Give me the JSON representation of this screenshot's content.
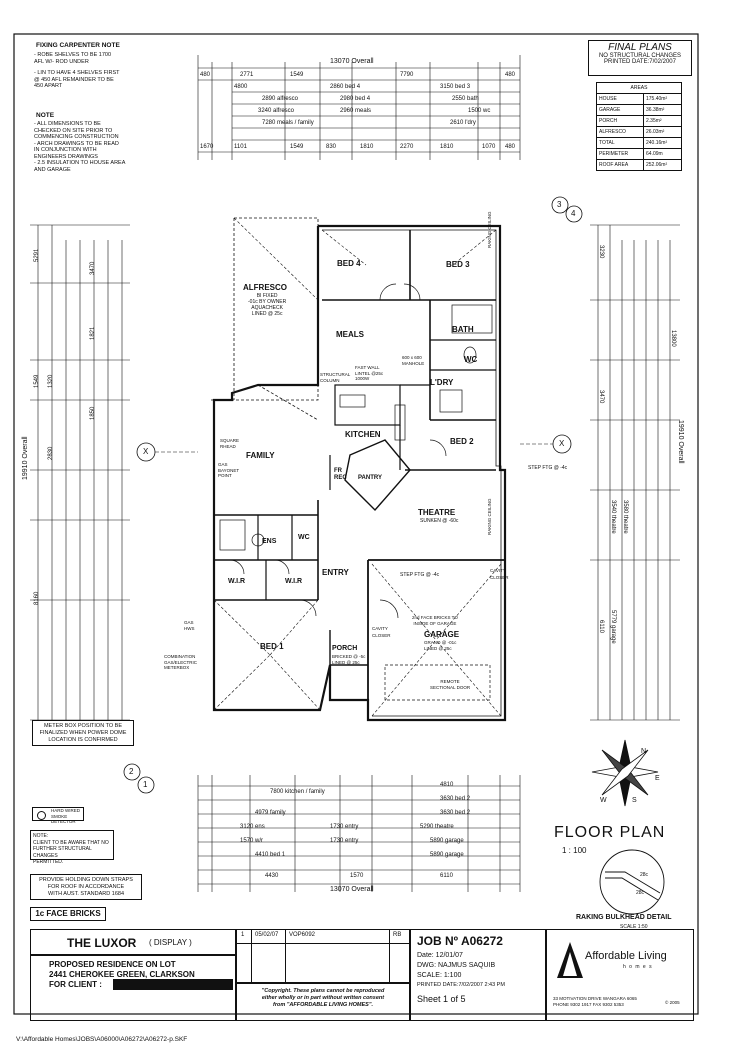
{
  "notes": {
    "fixing_title": "FIXING CARPENTER NOTE",
    "fixing_lines": [
      "- ROBE SHELVES TO BE 1700",
      "AFL W/- ROD UNDER",
      "",
      "- LIN TO HAVE 4 SHELVES FIRST",
      "@ 450 AFL REMAINDER TO BE",
      "450 APART"
    ],
    "note_title": "NOTE",
    "note_lines": [
      "- ALL DIMENSIONS TO BE",
      "CHECKED ON SITE PRIOR TO",
      "COMMENCING CONSTRUCTION",
      "- ARCH DRAWINGS TO BE READ",
      "IN CONJUNCTION WITH",
      "ENGINEERS DRAWINGS",
      "- 2.5 INSULATION TO HOUSE AREA",
      "AND GARAGE"
    ],
    "meter_box": [
      "METER BOX POSITION TO BE",
      "FINALIZED WHEN POWER DOME",
      "LOCATION IS CONFIRMED"
    ],
    "smoke": [
      "HARD WIRED",
      "SMOKE DETECTOR"
    ],
    "client_note": [
      "NOTE:",
      "CLIENT TO BE AWARE THAT NO",
      "FURTHER STRUCTURAL CHANGES",
      "PERMITTED."
    ],
    "tie_down": [
      "PROVIDE HOLDING DOWN STRAPS",
      "FOR ROOF IN ACCORDANCE",
      "WITH AUST. STANDARD 1684"
    ],
    "face_bricks": "1c FACE BRICKS"
  },
  "final_plans": {
    "title": "FINAL PLANS",
    "subtitle": "NO STRUCTURAL CHANGES",
    "printed": "PRINTED DATE:7/02/2007"
  },
  "areas": {
    "header": "AREAS",
    "rows": [
      {
        "label": "HOUSE",
        "value": "175.40m²"
      },
      {
        "label": "GARAGE",
        "value": "36.38m²"
      },
      {
        "label": "PORCH",
        "value": "2.35m²"
      },
      {
        "label": "ALFRESCO",
        "value": "26.03m²"
      },
      {
        "label": "TOTAL",
        "value": "240.16m²"
      },
      {
        "label": "PERIMETER",
        "value": "64.09m"
      },
      {
        "label": "ROOF AREA",
        "value": "252.06m²"
      }
    ]
  },
  "dimensions": {
    "top_overall": "13070 Overall",
    "bottom_overall": "13070 Overall",
    "left_overall": "19910 Overall",
    "right_overall": "19910 Overall",
    "top_row1": [
      "480",
      "2771",
      "1549",
      "7790",
      "480"
    ],
    "top_row2": [
      "4800",
      "2860 bed 4",
      "3150 bed 3"
    ],
    "top_row3": [
      "2890 alfresco",
      "2980 bed 4",
      "2550 bath"
    ],
    "top_row4": [
      "3240 alfresco",
      "2960 meals",
      "1500 wc"
    ],
    "top_row5": [
      "7280 meals / family",
      "2610 l'dry"
    ],
    "top_row6": [
      "1670",
      "1101",
      "1549",
      "830",
      "1810",
      "2270",
      "1810",
      "1070",
      "480"
    ],
    "bottom_rows": [
      "7800 kitchen / family",
      "4810",
      "3630 bed 2",
      "4979 family",
      "3630 bed 2",
      "3120 ens",
      "1730 entry",
      "5290 theatre",
      "1570 w/r",
      "1730 entry",
      "5890 garage",
      "4410 bed 1",
      "5890 garage",
      "4430",
      "1570",
      "6110"
    ],
    "left_vertical": [
      "5291",
      "1549",
      "1320",
      "2830",
      "8160",
      "3470",
      "1821",
      "1850"
    ],
    "right_vertical": [
      "3230",
      "13800",
      "3470",
      "3540 theatre",
      "3580 theatre",
      "6110",
      "5779 garage"
    ]
  },
  "rooms": {
    "alfresco": "ALFRESCO",
    "alfresco_sub": [
      "BI FIXED",
      "-01c BY OWNER",
      "AQUACHECK",
      "LINED @ 25c"
    ],
    "meals": "MEALS",
    "bed4": "BED 4",
    "bed3": "BED 3",
    "bath": "BATH",
    "wc": "WC",
    "ldry": "L'DRY",
    "kitchen": "KITCHEN",
    "pantry": "PANTRY",
    "fr_rec": "FR REC",
    "bed2": "BED 2",
    "family": "FAMILY",
    "theatre": "THEATRE",
    "theatre_sub": "SUNKEN @ -60c",
    "ens": "ENS",
    "wc2": "WC",
    "wir1": "W.I.R",
    "wir2": "W.I.R",
    "entry": "ENTRY",
    "bed1": "BED 1",
    "porch": "PORCH",
    "porch_sub": [
      "BRICKED @ -5c",
      "LINED @ 25c"
    ],
    "garage": "GARAGE",
    "garage_sub": [
      "GRANO @ -01c",
      "LINED @ 25c"
    ],
    "garage_note": [
      "2nd FACE BRICKS TO",
      "INSIDE OF GARAGE"
    ],
    "remote_door": [
      "REMOTE",
      "SECTIONAL DOOR"
    ],
    "step_ftg": "STEP FTG @ -4c",
    "raking_ceiling": "RAKING CEILING",
    "structural_column": [
      "STRUCTURAL",
      "COLUMN"
    ],
    "fast_wall": [
      "FAST WALL",
      "LINTEL @25c",
      "1000W"
    ],
    "gas_bayonet": [
      "GAS",
      "BAYONET",
      "POINT"
    ],
    "square_rhead": [
      "SQUARE",
      "RHEAD"
    ],
    "manhole": [
      "600 x 600",
      "MANHOLE"
    ],
    "meterbox": [
      "COMBINATION",
      "GAS/ELECTRIC",
      "METERBOX"
    ],
    "gas_hws": [
      "GAS",
      "HWS"
    ],
    "cavity_closer": "CAVITY CLOSER"
  },
  "plan_title": {
    "title": "FLOOR PLAN",
    "scale": "1 : 100",
    "detail": "RAKING BULKHEAD DETAIL",
    "detail_scale": "SCALE 1:50",
    "detail_dims": [
      "28c",
      "28c"
    ]
  },
  "markers": {
    "section_a": "3",
    "section_b": "4",
    "section_c": "2",
    "section_d": "1",
    "x_mark": "X"
  },
  "compass": {
    "n": "N",
    "s": "S",
    "e": "E",
    "w": "W"
  },
  "title_block": {
    "name": "THE LUXOR",
    "display": "( DISPLAY )",
    "proposed": "PROPOSED RESIDENCE ON LOT",
    "address": "2441 CHEROKEE GREEN, CLARKSON",
    "for_client": "FOR CLIENT :",
    "rev_no": "1",
    "rev_date": "05/02/07",
    "rev_desc": "VOP6092",
    "rb": "RB",
    "copyright": [
      "\"Copyright. These plans cannot be reproduced",
      "either wholly or in part without written consent",
      "from \"AFFORDABLE LIVING HOMES\"."
    ],
    "job": "JOB Nº A06272",
    "date": "Date: 12/01/07",
    "dwg": "DWG: NAJMUS SAQUIB",
    "scale": "SCALE: 1:100",
    "printed": "PRINTED DATE:7/02/2007  2:43 PM",
    "sheet": "Sheet 1 of  5",
    "company": "Affordable Living",
    "company_sub": "h o m e s",
    "company_addr": "33 MOTIVATION DRIVE  WANGARA 6065",
    "company_phone": "PHONE  9302 1917   FAX  9302 5353",
    "company_year": "© 2005",
    "filepath": "V:\\Affordable Homes\\JOBS\\A06000\\A06272\\A06272-p.SKF"
  },
  "colors": {
    "ink": "#111111",
    "paper": "#ffffff",
    "hatch": "#555555"
  }
}
